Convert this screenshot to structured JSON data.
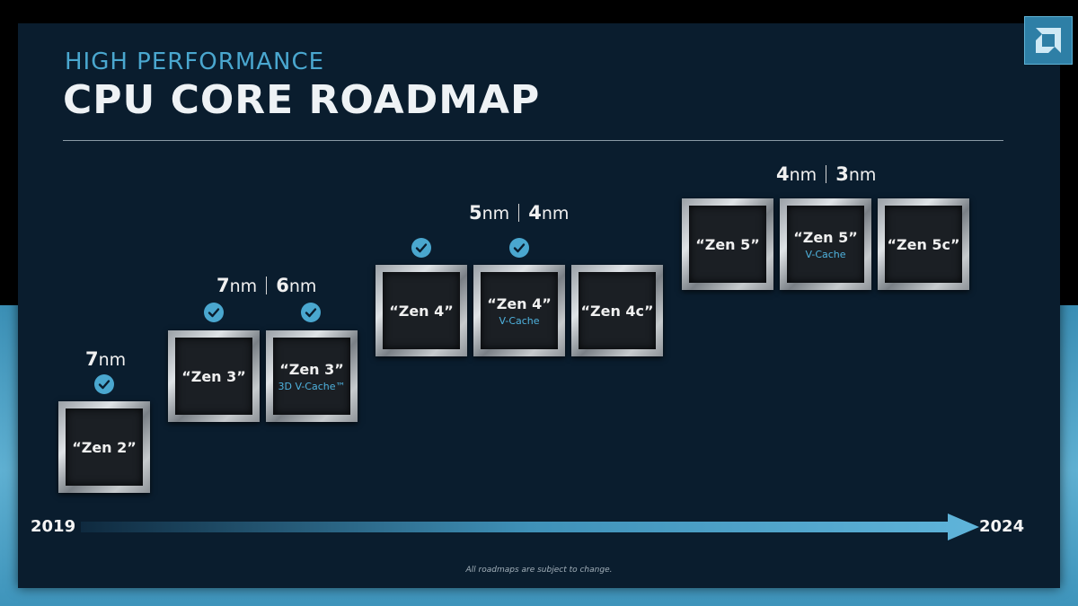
{
  "header": {
    "eyebrow": "HIGH PERFORMANCE",
    "title": "CPU CORE ROADMAP"
  },
  "timeline": {
    "start_year": "2019",
    "end_year": "2024"
  },
  "process_labels": [
    {
      "a": "7",
      "a_unit": "nm",
      "b": "",
      "b_unit": ""
    },
    {
      "a": "7",
      "a_unit": "nm",
      "b": "6",
      "b_unit": "nm"
    },
    {
      "a": "5",
      "a_unit": "nm",
      "b": "4",
      "b_unit": "nm"
    },
    {
      "a": "4",
      "a_unit": "nm",
      "b": "3",
      "b_unit": "nm"
    }
  ],
  "chips": [
    {
      "name": "“Zen 2”",
      "sub": "",
      "checked": true
    },
    {
      "name": "“Zen 3”",
      "sub": "",
      "checked": true
    },
    {
      "name": "“Zen 3”",
      "sub": "3D V-Cache™",
      "checked": true
    },
    {
      "name": "“Zen 4”",
      "sub": "",
      "checked": true
    },
    {
      "name": "“Zen 4”",
      "sub": "V-Cache",
      "checked": true
    },
    {
      "name": "“Zen 4c”",
      "sub": "",
      "checked": false
    },
    {
      "name": "“Zen 5”",
      "sub": "",
      "checked": false
    },
    {
      "name": "“Zen 5”",
      "sub": "V-Cache",
      "checked": false
    },
    {
      "name": "“Zen 5c”",
      "sub": "",
      "checked": false
    }
  ],
  "footer": {
    "disclaimer": "All roadmaps are subject to change."
  },
  "colors": {
    "accent": "#4aa7cf",
    "background": "#0a1d2e",
    "band": "#5fb0d2"
  },
  "icons": {
    "logo": "amd-logo-icon",
    "check": "check-icon"
  }
}
